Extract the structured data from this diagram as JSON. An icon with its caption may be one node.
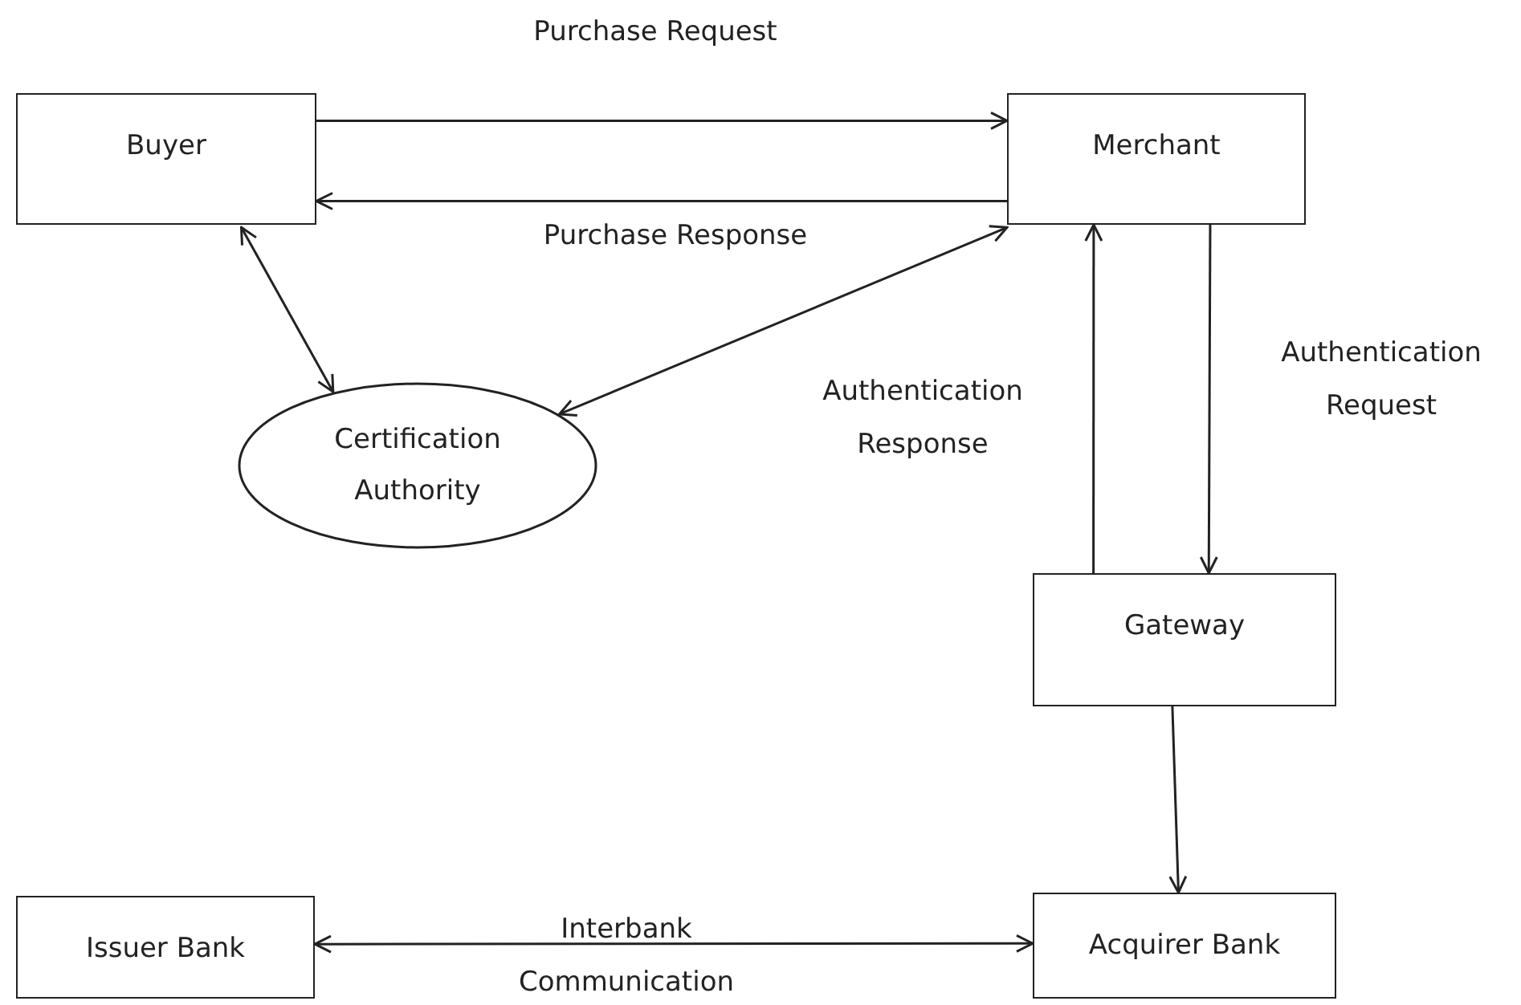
{
  "diagram": {
    "nodes": [
      {
        "text": [
          "Buyer"
        ]
      },
      {
        "text": [
          "Merchant"
        ]
      },
      {
        "text": [
          "Certification Authority"
        ]
      },
      {
        "text": [
          "Gateway"
        ]
      },
      {
        "text": [
          "Issuer Bank"
        ]
      },
      {
        "text": [
          "Acquirer Bank"
        ]
      }
    ],
    "edges": [
      {
        "from": 0,
        "to": 1,
        "arrow": "to",
        "label": "Purchase Request"
      },
      {
        "from": 1,
        "to": 0,
        "arrow": "to",
        "label": "Purchase Response"
      },
      {
        "from": 0,
        "to": 2,
        "arrow": "both"
      },
      {
        "from": 1,
        "to": 2,
        "arrow": "both"
      },
      {
        "from": 3,
        "to": 1,
        "arrow": "to",
        "label": "Authentication Response"
      },
      {
        "from": 1,
        "to": 3,
        "arrow": "to",
        "label": "Authentication Request"
      },
      {
        "from": 3,
        "to": 5,
        "arrow": "to"
      },
      {
        "from": 4,
        "to": 5,
        "arrow": "both",
        "label": "Interbank Communication"
      }
    ]
  }
}
